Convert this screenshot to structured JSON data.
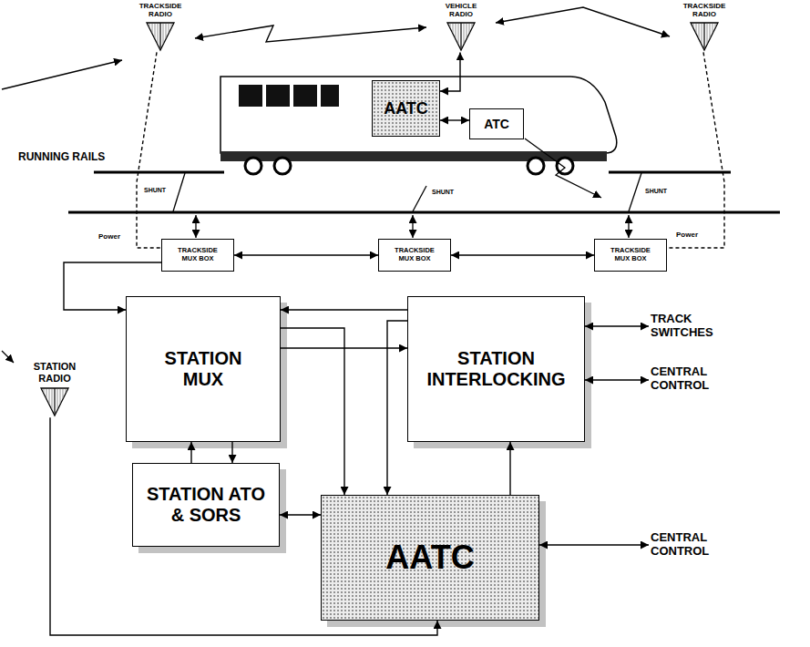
{
  "diagram": {
    "nodes": [
      {
        "text": [
          "TRACKSIDE RADIO"
        ]
      },
      {
        "text": [
          "VEHICLE RADIO"
        ]
      },
      {
        "text": [
          "TRACKSIDE RADIO"
        ]
      },
      {
        "text": [
          "AATC"
        ]
      },
      {
        "text": [
          "ATC"
        ]
      },
      {
        "text": [
          "TRACKSIDE MUX BOX"
        ]
      },
      {
        "text": [
          "TRACKSIDE MUX BOX"
        ]
      },
      {
        "text": [
          "TRACKSIDE MUX BOX"
        ]
      },
      {
        "text": [
          "STATION MUX"
        ]
      },
      {
        "text": [
          "STATION INTERLOCKING"
        ]
      },
      {
        "text": [
          "STATION ATO & SORS"
        ]
      },
      {
        "text": [
          "AATC"
        ]
      },
      {
        "text": [
          "TRACK SWITCHES"
        ]
      },
      {
        "text": [
          "CENTRAL CONTROL"
        ]
      },
      {
        "text": [
          "CENTRAL CONTROL"
        ]
      },
      {
        "text": [
          "STATION RADIO"
        ]
      }
    ],
    "edges": [
      {
        "from": 0,
        "to": 1,
        "arrow": "both"
      },
      {
        "from": 1,
        "to": 2,
        "arrow": "both"
      },
      {
        "from": 1,
        "to": 3,
        "arrow": "both"
      },
      {
        "from": 3,
        "to": 4,
        "arrow": "both"
      },
      {
        "from": 0,
        "to": 5,
        "arrow": "none"
      },
      {
        "from": 2,
        "to": 7,
        "arrow": "none"
      },
      {
        "from": 5,
        "to": 6,
        "arrow": "both"
      },
      {
        "from": 6,
        "to": 7,
        "arrow": "both"
      },
      {
        "from": 5,
        "to": 8,
        "arrow": "to"
      },
      {
        "from": 9,
        "to": 8,
        "arrow": "to"
      },
      {
        "from": 8,
        "to": 9,
        "arrow": "to"
      },
      {
        "from": 8,
        "to": 11,
        "arrow": "to"
      },
      {
        "from": 9,
        "to": 11,
        "arrow": "to"
      },
      {
        "from": 11,
        "to": 9,
        "arrow": "to"
      },
      {
        "from": 10,
        "to": 8,
        "arrow": "to"
      },
      {
        "from": 8,
        "to": 10,
        "arrow": "to"
      },
      {
        "from": 10,
        "to": 11,
        "arrow": "both"
      },
      {
        "from": 9,
        "to": 12,
        "arrow": "both"
      },
      {
        "from": 9,
        "to": 13,
        "arrow": "both"
      },
      {
        "from": 11,
        "to": 14,
        "arrow": "both"
      },
      {
        "from": 15,
        "to": 11,
        "arrow": "to"
      }
    ],
    "labels": [
      "RUNNING RAILS",
      "SHUNT",
      "SHUNT",
      "SHUNT",
      "Power",
      "Power"
    ]
  }
}
